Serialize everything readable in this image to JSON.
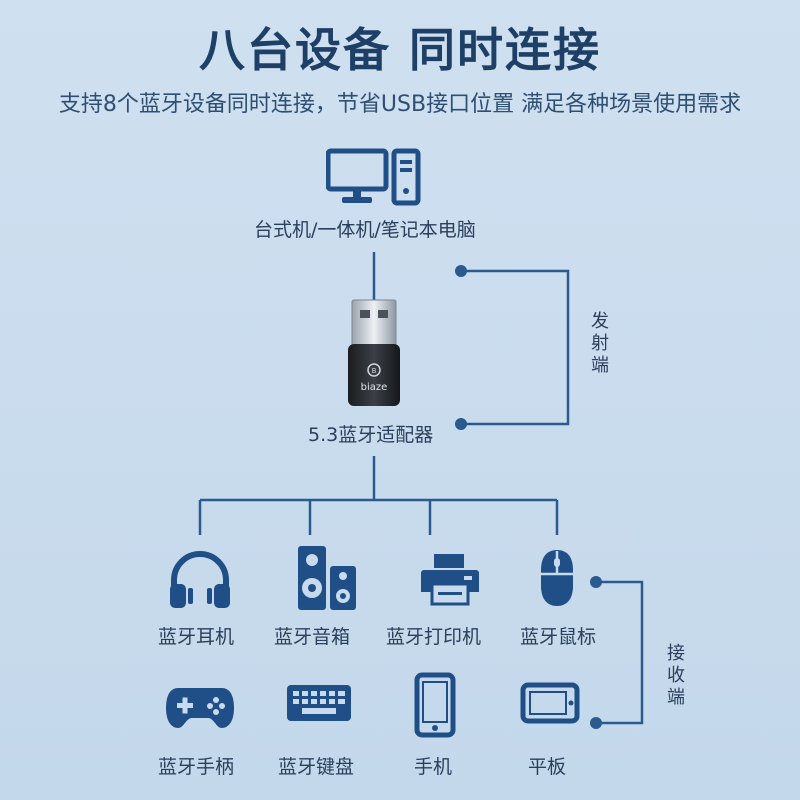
{
  "title": "八台设备 同时连接",
  "subtitle": "支持8个蓝牙设备同时连接，节省USB接口位置 满足各种场景使用需求",
  "host": {
    "label": "台式机/一体机/笔记本电脑"
  },
  "adapter": {
    "label": "5.3蓝牙适配器",
    "brand": "biaze"
  },
  "sides": {
    "transmit": "发射端",
    "receive": "接收端"
  },
  "devices": [
    {
      "label": "蓝牙耳机",
      "icon": "headphones-icon"
    },
    {
      "label": "蓝牙音箱",
      "icon": "speaker-icon"
    },
    {
      "label": "蓝牙打印机",
      "icon": "printer-icon"
    },
    {
      "label": "蓝牙鼠标",
      "icon": "mouse-icon"
    },
    {
      "label": "蓝牙手柄",
      "icon": "gamepad-icon"
    },
    {
      "label": "蓝牙键盘",
      "icon": "keyboard-icon"
    },
    {
      "label": "手机",
      "icon": "phone-icon"
    },
    {
      "label": "平板",
      "icon": "tablet-icon"
    }
  ],
  "colors": {
    "icon": "#1f4f86",
    "line": "#2a5a8e",
    "text": "#2a3f5c",
    "title": "#1e3f66"
  }
}
